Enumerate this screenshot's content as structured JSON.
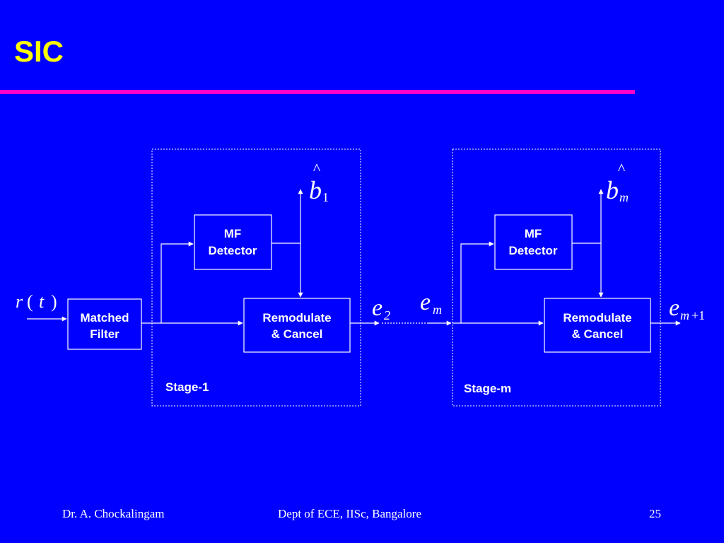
{
  "slide": {
    "title": "SIC",
    "footer_left": "Dr. A. Chockalingam",
    "footer_center": "Dept of ECE, IISc, Bangalore",
    "footer_right": "25"
  },
  "diagram": {
    "input": {
      "symbol": "r",
      "paren_open": "(",
      "arg": "t",
      "paren_close": ")"
    },
    "matched_filter": {
      "line1": "Matched",
      "line2": "Filter"
    },
    "stage1": {
      "label": "Stage-1",
      "mf_detector": {
        "line1": "MF",
        "line2": "Detector"
      },
      "remodulate": {
        "line1": "Remodulate",
        "line2": "& Cancel"
      },
      "output_b": {
        "hat": "^",
        "base": "b",
        "sub": "1"
      },
      "output_e": {
        "base": "e",
        "sub": "2"
      }
    },
    "stagem": {
      "label": "Stage-m",
      "input_e": {
        "base": "e",
        "sub": "m"
      },
      "mf_detector": {
        "line1": "MF",
        "line2": "Detector"
      },
      "remodulate": {
        "line1": "Remodulate",
        "line2": "& Cancel"
      },
      "output_b": {
        "hat": "^",
        "base": "b",
        "sub": "m"
      },
      "output_e": {
        "base": "e",
        "sub": "m",
        "plus": "+1"
      }
    }
  },
  "colors": {
    "background": "#0000FF",
    "title": "#FFFF00",
    "rule": "#FF00CC",
    "lines": "#FFFFFF"
  }
}
